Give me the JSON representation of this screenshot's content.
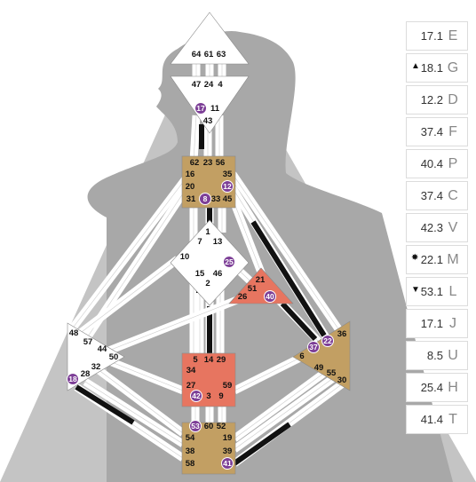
{
  "colors": {
    "defined_gold": "#c29f63",
    "defined_red": "#e77560",
    "badge_purple": "#7d3f97",
    "channel_black": "#111111",
    "channel_white": "#ffffff",
    "silhouette": "#a8a8a8",
    "background_cone": "#c4c4c4"
  },
  "centers": {
    "head": {
      "gates": [
        "64",
        "61",
        "63"
      ]
    },
    "ajna": {
      "gates": [
        "47",
        "24",
        "4",
        "17",
        "11",
        "43"
      ]
    },
    "throat": {
      "gates": [
        "62",
        "23",
        "56",
        "16",
        "35",
        "20",
        "12",
        "31",
        "8",
        "33",
        "45"
      ]
    },
    "g": {
      "gates": [
        "1",
        "7",
        "13",
        "10",
        "25",
        "15",
        "46",
        "2"
      ]
    },
    "heart": {
      "gates": [
        "21",
        "51",
        "26",
        "40"
      ]
    },
    "spleen": {
      "gates": [
        "48",
        "57",
        "44",
        "50",
        "32",
        "28",
        "18"
      ]
    },
    "solar_plexus": {
      "gates": [
        "36",
        "37",
        "22",
        "6",
        "49",
        "55",
        "30"
      ]
    },
    "sacral": {
      "gates": [
        "5",
        "14",
        "29",
        "34",
        "27",
        "59",
        "42",
        "3",
        "9"
      ]
    },
    "root": {
      "gates": [
        "53",
        "60",
        "52",
        "54",
        "19",
        "38",
        "39",
        "58",
        "41"
      ]
    }
  },
  "badged_gates": [
    "17",
    "12",
    "8",
    "25",
    "40",
    "37",
    "22",
    "18",
    "42",
    "53",
    "41"
  ],
  "planets": [
    {
      "value": "17.1",
      "symbol": "E",
      "marker": ""
    },
    {
      "value": "18.1",
      "symbol": "G",
      "marker": "▲"
    },
    {
      "value": "12.2",
      "symbol": "D",
      "marker": ""
    },
    {
      "value": "37.4",
      "symbol": "F",
      "marker": ""
    },
    {
      "value": "40.4",
      "symbol": "P",
      "marker": ""
    },
    {
      "value": "37.4",
      "symbol": "C",
      "marker": ""
    },
    {
      "value": "42.3",
      "symbol": "V",
      "marker": ""
    },
    {
      "value": "22.1",
      "symbol": "M",
      "marker": "✸"
    },
    {
      "value": "53.1",
      "symbol": "L",
      "marker": "▼"
    },
    {
      "value": "17.1",
      "symbol": "J",
      "marker": ""
    },
    {
      "value": "8.5",
      "symbol": "U",
      "marker": ""
    },
    {
      "value": "25.4",
      "symbol": "H",
      "marker": ""
    },
    {
      "value": "41.4",
      "symbol": "T",
      "marker": ""
    }
  ]
}
